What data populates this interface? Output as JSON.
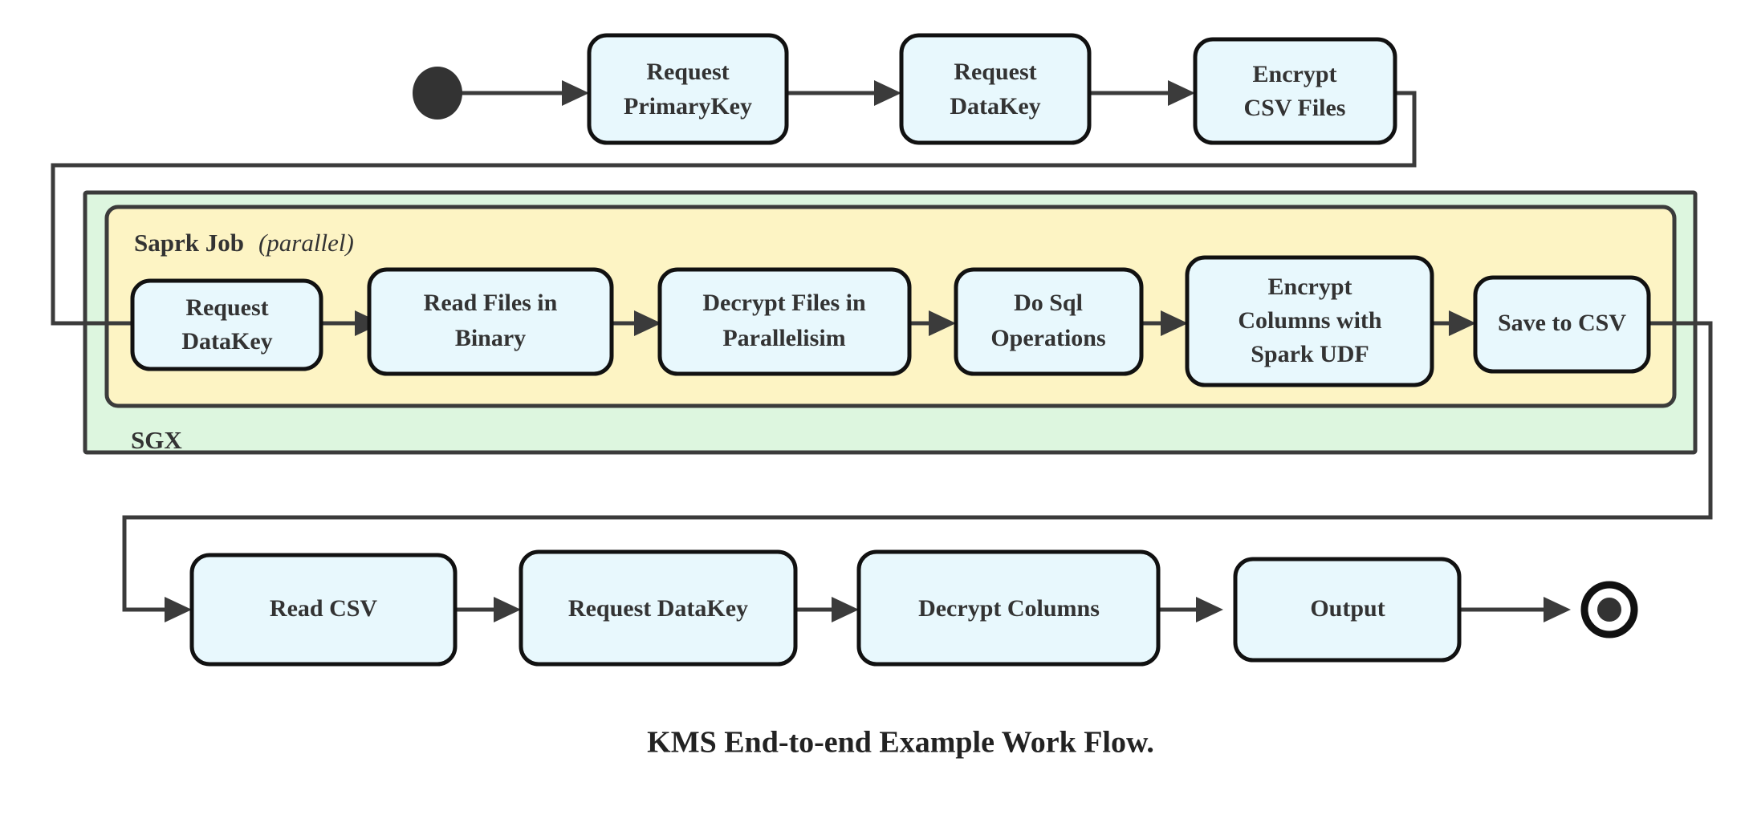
{
  "diagram": {
    "caption": "KMS End-to-end Example Work Flow.",
    "colors": {
      "node_fill": "#e8f8fd",
      "node_stroke": "#111111",
      "sgx_container_fill": "#ddf6df",
      "spark_container_fill": "#fdf4c4",
      "edge_stroke": "#3b3b3b",
      "text": "#333333"
    },
    "start_node": {
      "name": "start"
    },
    "end_node": {
      "name": "end"
    },
    "containers": {
      "outer": {
        "label": "SGX"
      },
      "inner": {
        "label_bold": "Saprk Job",
        "label_italic": "(parallel)"
      }
    },
    "top_row": [
      {
        "id": "request-primarykey",
        "lines": [
          "Request",
          "PrimaryKey"
        ]
      },
      {
        "id": "request-datakey-top",
        "lines": [
          "Request",
          "DataKey"
        ]
      },
      {
        "id": "encrypt-csv-files",
        "lines": [
          "Encrypt",
          "CSV Files"
        ]
      }
    ],
    "spark_row": [
      {
        "id": "request-datakey-spark",
        "lines": [
          "Request",
          "DataKey"
        ]
      },
      {
        "id": "read-files-in-binary",
        "lines": [
          "Read Files in",
          "Binary"
        ]
      },
      {
        "id": "decrypt-files-in-parallelisim",
        "lines": [
          "Decrypt Files in",
          "Parallelisim"
        ]
      },
      {
        "id": "do-sql-operations",
        "lines": [
          "Do Sql",
          "Operations"
        ]
      },
      {
        "id": "encrypt-columns-with-spark-udf",
        "lines": [
          "Encrypt",
          "Columns with",
          "Spark UDF"
        ]
      },
      {
        "id": "save-to-csv",
        "lines": [
          "Save to CSV"
        ]
      }
    ],
    "bottom_row": [
      {
        "id": "read-csv",
        "lines": [
          "Read CSV"
        ]
      },
      {
        "id": "request-datakey-bottom",
        "lines": [
          "Request DataKey"
        ]
      },
      {
        "id": "decrypt-columns",
        "lines": [
          "Decrypt Columns"
        ]
      },
      {
        "id": "output",
        "lines": [
          "Output"
        ]
      }
    ]
  },
  "chart_data": {
    "type": "diagram",
    "title": "KMS End-to-end Example Work Flow.",
    "flow": [
      "start",
      "Request PrimaryKey",
      "Request DataKey",
      "Encrypt CSV Files",
      "Request DataKey",
      "Read Files in Binary",
      "Decrypt Files in Parallelisim",
      "Do Sql Operations",
      "Encrypt Columns with Spark UDF",
      "Save to CSV",
      "Read CSV",
      "Request DataKey",
      "Decrypt Columns",
      "Output",
      "end"
    ],
    "groups": [
      {
        "label": "SGX",
        "contains": [
          "Saprk Job (parallel)"
        ]
      },
      {
        "label": "Saprk Job (parallel)",
        "contains": [
          "Request DataKey",
          "Read Files in Binary",
          "Decrypt Files in Parallelisim",
          "Do Sql Operations",
          "Encrypt Columns with Spark UDF",
          "Save to CSV"
        ]
      }
    ]
  }
}
